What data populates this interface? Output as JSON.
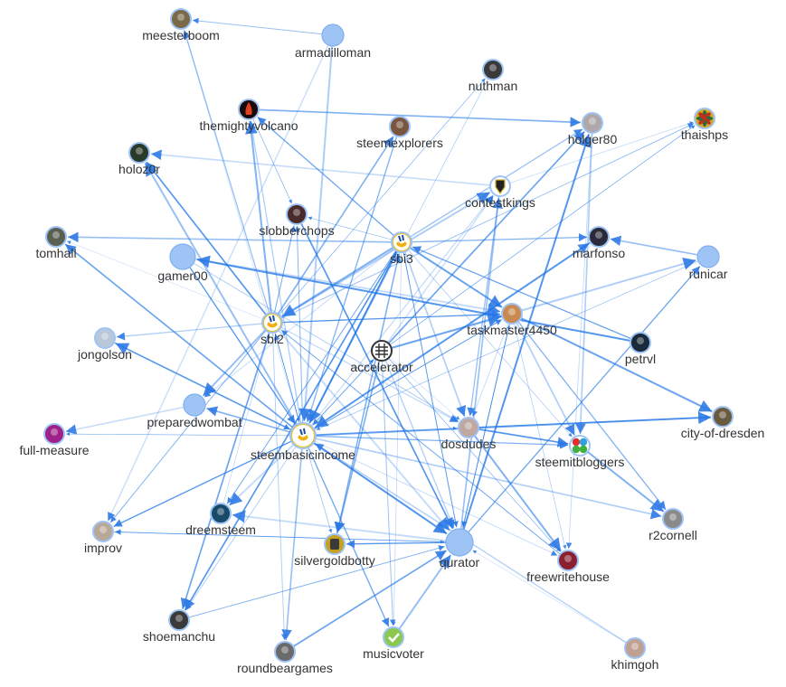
{
  "graph": {
    "edge_color": "#1a73e8",
    "node_color": "#9ec3f5",
    "nodes": [
      {
        "id": "meesterboom",
        "label": "meesterboom",
        "icon": "avatar-photo-icon",
        "color": "#7a6a4a"
      },
      {
        "id": "armadilloman",
        "label": "armadilloman",
        "icon": "default-node-icon",
        "color": "#9ec3f5"
      },
      {
        "id": "nuthman",
        "label": "nuthman",
        "icon": "avatar-photo-icon",
        "color": "#3a3a3a"
      },
      {
        "id": "themightyvolcano",
        "label": "themightyvolcano",
        "icon": "volcano-avatar-icon",
        "color": "#8a1f10"
      },
      {
        "id": "steemexplorers",
        "label": "steemexplorers",
        "icon": "avatar-photo-icon",
        "color": "#7a5540"
      },
      {
        "id": "holger80",
        "label": "holger80",
        "icon": "avatar-photo-icon",
        "color": "#b0a8a8"
      },
      {
        "id": "thaishps",
        "label": "thaishps",
        "icon": "mandala-avatar-icon",
        "color": "#d8a820"
      },
      {
        "id": "holoz0r",
        "label": "holoz0r",
        "icon": "avatar-photo-icon",
        "color": "#2a3a2a"
      },
      {
        "id": "contestkings",
        "label": "contestkings",
        "icon": "crest-avatar-icon",
        "color": "#d0b030"
      },
      {
        "id": "slobberchops",
        "label": "slobberchops",
        "icon": "avatar-photo-icon",
        "color": "#4a2a2a"
      },
      {
        "id": "tomhall",
        "label": "tomhall",
        "icon": "avatar-photo-icon",
        "color": "#5a6050"
      },
      {
        "id": "sbi3",
        "label": "sbi3",
        "icon": "sbi-logo-icon",
        "color": "#f0c020"
      },
      {
        "id": "marfonso",
        "label": "marfonso",
        "icon": "avatar-photo-icon",
        "color": "#2a2a3a"
      },
      {
        "id": "gamer00",
        "label": "gamer00",
        "icon": "default-node-icon",
        "color": "#9ec3f5"
      },
      {
        "id": "runicar",
        "label": "runicar",
        "icon": "default-node-icon",
        "color": "#9ec3f5"
      },
      {
        "id": "sbi2",
        "label": "sbi2",
        "icon": "sbi-logo-icon",
        "color": "#f0c020"
      },
      {
        "id": "taskmaster4450",
        "label": "taskmaster4450",
        "icon": "avatar-photo-icon",
        "color": "#c88a50"
      },
      {
        "id": "jongolson",
        "label": "jongolson",
        "icon": "avatar-photo-icon",
        "color": "#b8c8d8"
      },
      {
        "id": "accelerator",
        "label": "accelerator",
        "icon": "accelerator-logo-icon",
        "color": "#555555"
      },
      {
        "id": "petrvl",
        "label": "petrvl",
        "icon": "avatar-photo-icon",
        "color": "#1a2a3a"
      },
      {
        "id": "preparedwombat",
        "label": "preparedwombat",
        "icon": "default-node-icon",
        "color": "#9ec3f5"
      },
      {
        "id": "full-measure",
        "label": "full-measure",
        "icon": "avatar-photo-icon",
        "color": "#a0208a"
      },
      {
        "id": "steembasicincome",
        "label": "steembasicincome",
        "icon": "sbi-logo-icon",
        "color": "#f0c020"
      },
      {
        "id": "dosdudes",
        "label": "dosdudes",
        "icon": "avatar-photo-icon",
        "color": "#c0a8a0"
      },
      {
        "id": "steemitbloggers",
        "label": "steemitbloggers",
        "icon": "clover-logo-icon",
        "color": "#3aa040"
      },
      {
        "id": "city-of-dresden",
        "label": "city-of-dresden",
        "icon": "avatar-photo-icon",
        "color": "#6a5a40"
      },
      {
        "id": "improv",
        "label": "improv",
        "icon": "avatar-photo-icon",
        "color": "#b8a898"
      },
      {
        "id": "dreemsteem",
        "label": "dreemsteem",
        "icon": "avatar-photo-icon",
        "color": "#1a4a6a"
      },
      {
        "id": "silvergoldbotty",
        "label": "silvergoldbotty",
        "icon": "robot-avatar-icon",
        "color": "#c8a020"
      },
      {
        "id": "qurator",
        "label": "qurator",
        "icon": "default-node-icon",
        "color": "#9ec3f5"
      },
      {
        "id": "freewritehouse",
        "label": "freewritehouse",
        "icon": "avatar-photo-icon",
        "color": "#8a2030"
      },
      {
        "id": "r2cornell",
        "label": "r2cornell",
        "icon": "avatar-photo-icon",
        "color": "#8a8a8a"
      },
      {
        "id": "shoemanchu",
        "label": "shoemanchu",
        "icon": "avatar-photo-icon",
        "color": "#3a3a3a"
      },
      {
        "id": "roundbeargames",
        "label": "roundbeargames",
        "icon": "avatar-photo-icon",
        "color": "#6a6a6a"
      },
      {
        "id": "musicvoter",
        "label": "musicvoter",
        "icon": "checkmark-badge-icon",
        "color": "#8ac850"
      },
      {
        "id": "khimgoh",
        "label": "khimgoh",
        "icon": "avatar-photo-icon",
        "color": "#c0a090"
      }
    ],
    "edges": [
      [
        "steembasicincome",
        "meesterboom"
      ],
      [
        "steembasicincome",
        "themightyvolcano"
      ],
      [
        "steembasicincome",
        "holoz0r"
      ],
      [
        "steembasicincome",
        "slobberchops"
      ],
      [
        "steembasicincome",
        "tomhall"
      ],
      [
        "steembasicincome",
        "sbi3"
      ],
      [
        "steembasicincome",
        "contestkings"
      ],
      [
        "steembasicincome",
        "jongolson"
      ],
      [
        "steembasicincome",
        "sbi2"
      ],
      [
        "steembasicincome",
        "preparedwombat"
      ],
      [
        "steembasicincome",
        "full-measure"
      ],
      [
        "steembasicincome",
        "improv"
      ],
      [
        "steembasicincome",
        "dreemsteem"
      ],
      [
        "steembasicincome",
        "shoemanchu"
      ],
      [
        "steembasicincome",
        "roundbeargames"
      ],
      [
        "steembasicincome",
        "silvergoldbotty"
      ],
      [
        "steembasicincome",
        "musicvoter"
      ],
      [
        "steembasicincome",
        "qurator"
      ],
      [
        "steembasicincome",
        "freewritehouse"
      ],
      [
        "steembasicincome",
        "r2cornell"
      ],
      [
        "steembasicincome",
        "dosdudes"
      ],
      [
        "steembasicincome",
        "steemitbloggers"
      ],
      [
        "steembasicincome",
        "city-of-dresden"
      ],
      [
        "steembasicincome",
        "taskmaster4450"
      ],
      [
        "steembasicincome",
        "marfonso"
      ],
      [
        "steembasicincome",
        "accelerator"
      ],
      [
        "sbi2",
        "meesterboom"
      ],
      [
        "sbi2",
        "themightyvolcano"
      ],
      [
        "sbi2",
        "slobberchops"
      ],
      [
        "sbi2",
        "holoz0r"
      ],
      [
        "sbi2",
        "tomhall"
      ],
      [
        "sbi2",
        "jongolson"
      ],
      [
        "sbi2",
        "preparedwombat"
      ],
      [
        "sbi2",
        "improv"
      ],
      [
        "sbi2",
        "shoemanchu"
      ],
      [
        "sbi2",
        "steembasicincome"
      ],
      [
        "sbi2",
        "dosdudes"
      ],
      [
        "sbi2",
        "contestkings"
      ],
      [
        "sbi2",
        "thaishps"
      ],
      [
        "sbi2",
        "steemexplorers"
      ],
      [
        "sbi2",
        "nuthman"
      ],
      [
        "sbi2",
        "taskmaster4450"
      ],
      [
        "sbi2",
        "qurator"
      ],
      [
        "sbi2",
        "roundbeargames"
      ],
      [
        "sbi3",
        "tomhall"
      ],
      [
        "sbi3",
        "slobberchops"
      ],
      [
        "sbi3",
        "themightyvolcano"
      ],
      [
        "sbi3",
        "steembasicincome"
      ],
      [
        "sbi3",
        "preparedwombat"
      ],
      [
        "sbi3",
        "dosdudes"
      ],
      [
        "sbi3",
        "steemitbloggers"
      ],
      [
        "sbi3",
        "marfonso"
      ],
      [
        "sbi3",
        "taskmaster4450"
      ],
      [
        "sbi3",
        "qurator"
      ],
      [
        "sbi3",
        "silvergoldbotty"
      ],
      [
        "sbi3",
        "musicvoter"
      ],
      [
        "sbi3",
        "holger80"
      ],
      [
        "sbi3",
        "sbi2"
      ],
      [
        "sbi3",
        "dreemsteem"
      ],
      [
        "sbi3",
        "shoemanchu"
      ],
      [
        "accelerator",
        "dosdudes"
      ],
      [
        "accelerator",
        "qurator"
      ],
      [
        "accelerator",
        "taskmaster4450"
      ],
      [
        "accelerator",
        "steembasicincome"
      ],
      [
        "accelerator",
        "holger80"
      ],
      [
        "accelerator",
        "thaishps"
      ],
      [
        "accelerator",
        "contestkings"
      ],
      [
        "accelerator",
        "runicar"
      ],
      [
        "accelerator",
        "musicvoter"
      ],
      [
        "accelerator",
        "silvergoldbotty"
      ],
      [
        "accelerator",
        "freewritehouse"
      ],
      [
        "qurator",
        "silvergoldbotty"
      ],
      [
        "qurator",
        "dreemsteem"
      ],
      [
        "qurator",
        "improv"
      ],
      [
        "qurator",
        "contestkings"
      ],
      [
        "qurator",
        "taskmaster4450"
      ],
      [
        "qurator",
        "runicar"
      ],
      [
        "qurator",
        "holger80"
      ],
      [
        "taskmaster4450",
        "dosdudes"
      ],
      [
        "taskmaster4450",
        "steemitbloggers"
      ],
      [
        "taskmaster4450",
        "freewritehouse"
      ],
      [
        "taskmaster4450",
        "r2cornell"
      ],
      [
        "taskmaster4450",
        "city-of-dresden"
      ],
      [
        "taskmaster4450",
        "qurator"
      ],
      [
        "contestkings",
        "holoz0r"
      ],
      [
        "contestkings",
        "thaishps"
      ],
      [
        "contestkings",
        "dosdudes"
      ],
      [
        "dosdudes",
        "freewritehouse"
      ],
      [
        "dosdudes",
        "city-of-dresden"
      ],
      [
        "dosdudes",
        "steemitbloggers"
      ],
      [
        "khimgoh",
        "qurator"
      ],
      [
        "khimgoh",
        "steembasicincome"
      ],
      [
        "musicvoter",
        "qurator"
      ],
      [
        "shoemanchu",
        "qurator"
      ],
      [
        "roundbeargames",
        "qurator"
      ],
      [
        "improv",
        "qurator"
      ],
      [
        "armadilloman",
        "improv"
      ],
      [
        "armadilloman",
        "steembasicincome"
      ],
      [
        "armadilloman",
        "meesterboom"
      ],
      [
        "themightyvolcano",
        "holger80"
      ],
      [
        "themightyvolcano",
        "slobberchops"
      ],
      [
        "gamer00",
        "steembasicincome"
      ],
      [
        "gamer00",
        "taskmaster4450"
      ],
      [
        "gamer00",
        "dosdudes"
      ],
      [
        "runicar",
        "marfonso"
      ],
      [
        "runicar",
        "steembasicincome"
      ],
      [
        "petrvl",
        "sbi3"
      ],
      [
        "petrvl",
        "gamer00"
      ],
      [
        "holger80",
        "freewritehouse"
      ],
      [
        "holger80",
        "steemitbloggers"
      ],
      [
        "nuthman",
        "steembasicincome"
      ],
      [
        "steemexplorers",
        "steembasicincome"
      ],
      [
        "marfonso",
        "steembasicincome"
      ],
      [
        "jongolson",
        "steembasicincome"
      ],
      [
        "preparedwombat",
        "full-measure"
      ],
      [
        "dreemsteem",
        "sbi2"
      ],
      [
        "silvergoldbotty",
        "sbi3"
      ],
      [
        "steemitbloggers",
        "r2cornell"
      ],
      [
        "freewritehouse",
        "sbi2"
      ],
      [
        "slobberchops",
        "qurator"
      ]
    ]
  }
}
